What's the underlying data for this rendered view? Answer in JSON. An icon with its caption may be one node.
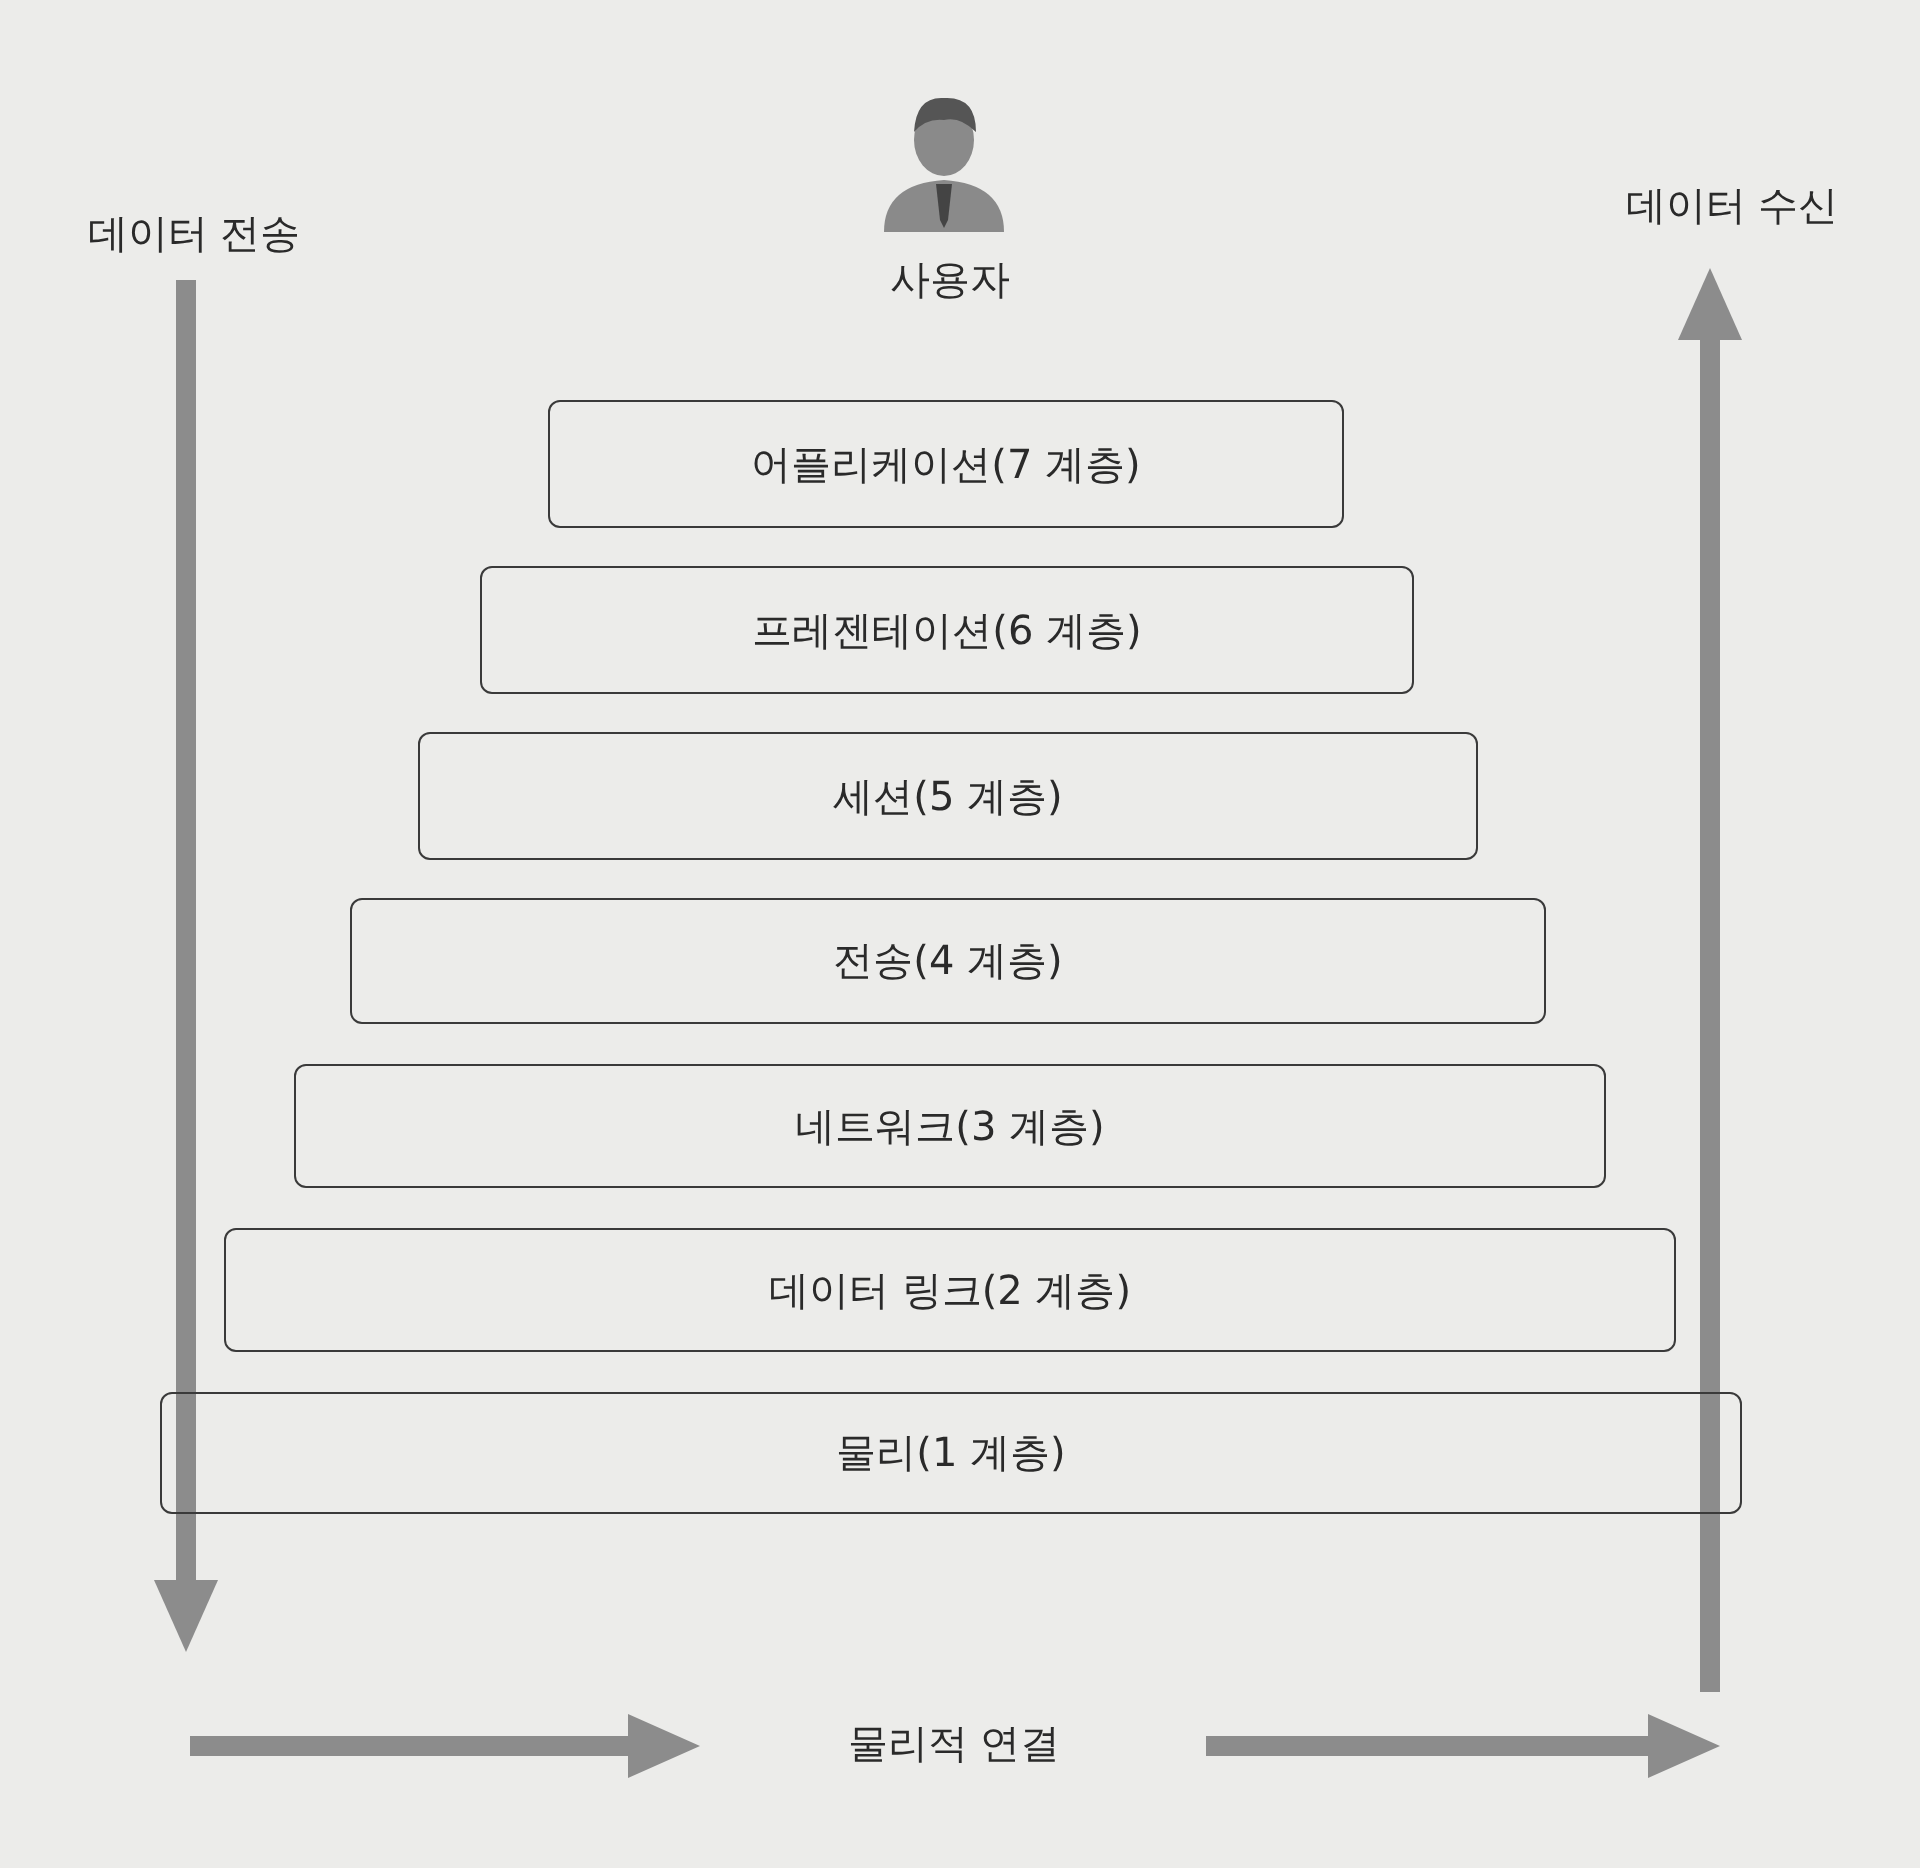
{
  "diagram": {
    "nodes": [
      {
        "text": [
          "어플리케이션(7 계층)"
        ]
      },
      {
        "text": [
          "프레젠테이션(6 계층)"
        ]
      },
      {
        "text": [
          "세션(5 계층)"
        ]
      },
      {
        "text": [
          "전송(4 계층)"
        ]
      },
      {
        "text": [
          "네트워크(3 계층)"
        ]
      },
      {
        "text": [
          "데이터 링크(2 계층)"
        ]
      },
      {
        "text": [
          "물리(1 계층)"
        ]
      }
    ],
    "labels": [
      "데이터 전송",
      "사용자",
      "데이터 수신",
      "물리적 연결"
    ]
  }
}
